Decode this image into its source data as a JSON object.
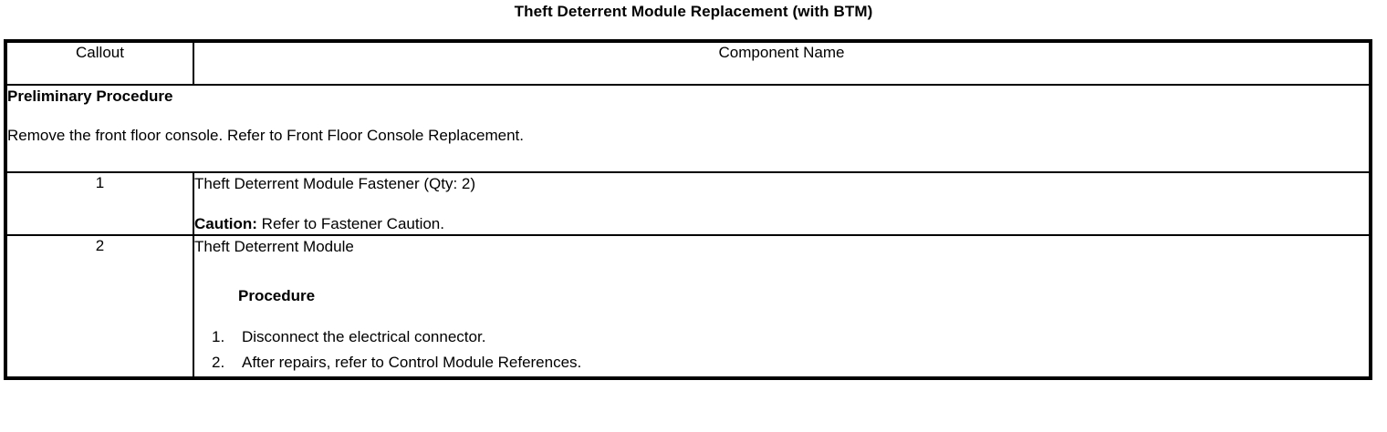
{
  "document": {
    "title": "Theft Deterrent Module Replacement (with BTM)"
  },
  "table": {
    "headers": {
      "callout": "Callout",
      "component": "Component Name"
    },
    "preliminary": {
      "heading": "Preliminary Procedure",
      "text": "Remove the front floor console. Refer to Front Floor Console Replacement."
    },
    "rows": [
      {
        "callout": "1",
        "component_name": "Theft Deterrent Module Fastener (Qty: 2)",
        "caution_label": "Caution:",
        "caution_text": " Refer to Fastener Caution."
      },
      {
        "callout": "2",
        "component_name": "Theft Deterrent Module",
        "procedure_heading": "Procedure",
        "steps": [
          {
            "num": "1.",
            "text": "Disconnect the electrical connector."
          },
          {
            "num": "2.",
            "text": "After repairs, refer to Control Module References."
          }
        ]
      }
    ]
  },
  "colors": {
    "border": "#000000",
    "text": "#000000",
    "background": "#ffffff"
  }
}
